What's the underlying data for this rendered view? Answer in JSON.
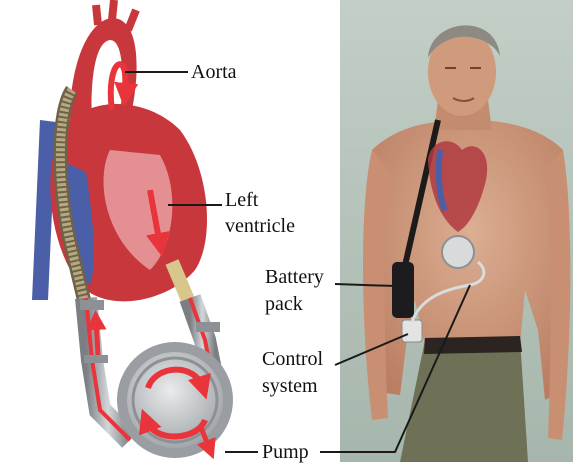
{
  "labels": {
    "aorta": "Aorta",
    "left_ventricle_line1": "Left",
    "left_ventricle_line2": "ventricle",
    "battery_line1": "Battery",
    "battery_line2": "pack",
    "control_line1": "Control",
    "control_line2": "system",
    "pump": "Pump"
  },
  "colors": {
    "photo_background": "#b3c2b9",
    "skin": "#cf9d80",
    "heart_red": "#c8373c",
    "heart_blue": "#4a5fa8",
    "tube_gray": "#9a9ea2",
    "flow_arrow": "#e8343a",
    "pants": "#6e7156"
  }
}
